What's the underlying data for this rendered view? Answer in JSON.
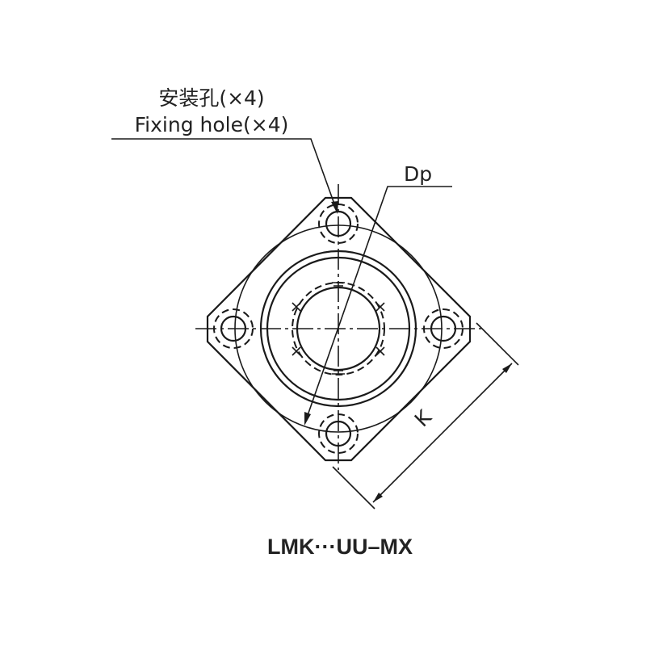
{
  "labels": {
    "fixing_hole_cn": "安装孔(×4)",
    "fixing_hole_en": "Fixing hole(×4)",
    "dp": "Dp",
    "k": "K",
    "model": "LMK···UU–MX"
  }
}
